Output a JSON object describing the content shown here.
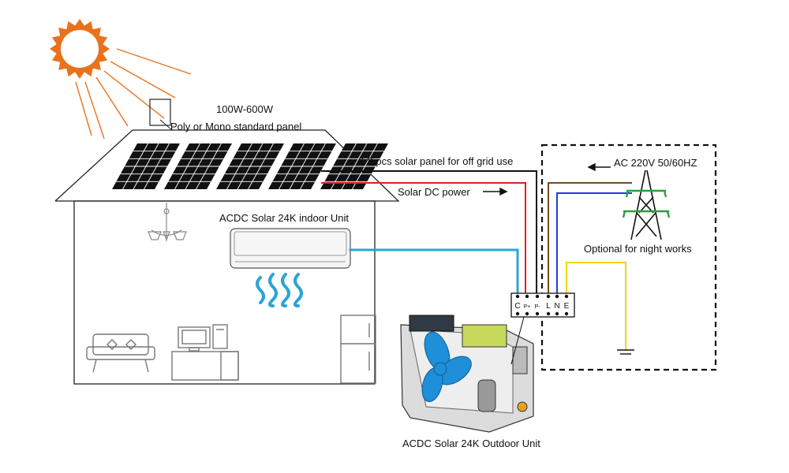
{
  "labels": {
    "panel_power": "100W-600W",
    "panel_type": "Poly or Mono standard panel",
    "panel_count": "3-8 pcs solar panel for off grid use",
    "dc_power": "Solar DC power",
    "ac_grid": "AC 220V 50/60HZ",
    "night": "Optional for night works",
    "indoor_unit": "ACDC Solar 24K indoor Unit",
    "outdoor_unit": "ACDC Solar 24K Outdoor Unit"
  },
  "terminals": [
    "C",
    "P+",
    "P-",
    "L",
    "N",
    "E"
  ],
  "colors": {
    "sun": "#E8731C",
    "panel": "#111111",
    "dc_positive": "#E02020",
    "dc_negative": "#111111",
    "live": "#7A4A1E",
    "neutral": "#1F3FD6",
    "earth": "#F2D500",
    "comm": "#2AA4D8",
    "tower": "#2E9E3E",
    "fan": "#1E8FD8",
    "pcb": "#C8D85A"
  },
  "icons": [
    "sun-icon",
    "chandelier-icon",
    "airflow-icon",
    "sofa-icon",
    "computer-desk-icon",
    "fridge-icon",
    "pylon-icon",
    "ground-icon",
    "arrow-left-icon",
    "arrow-right-icon"
  ]
}
